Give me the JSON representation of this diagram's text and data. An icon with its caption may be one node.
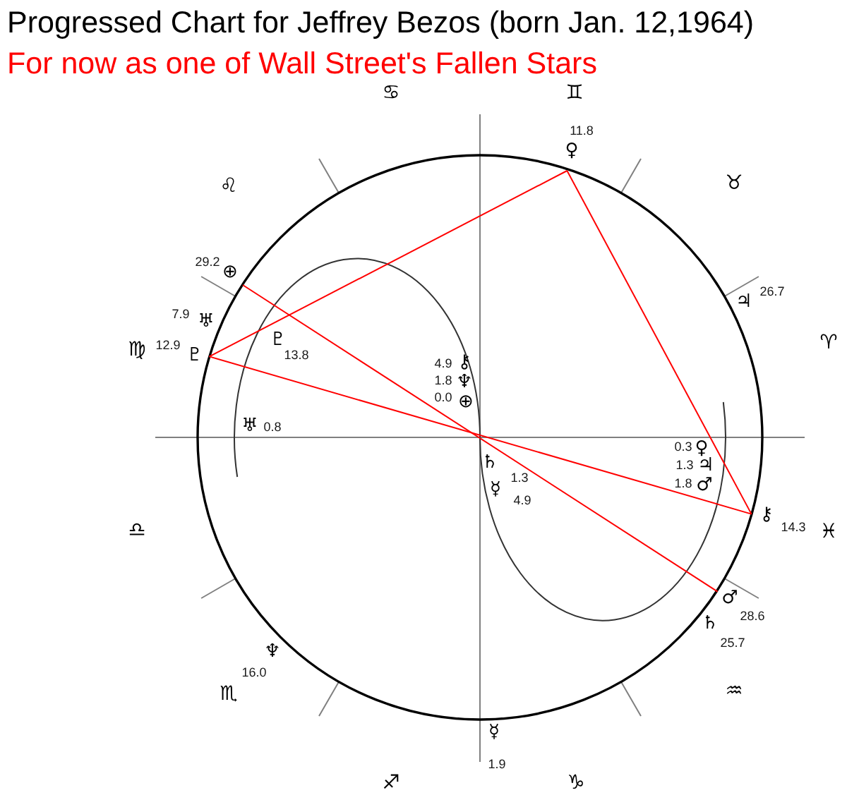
{
  "diagram": {
    "title": "Progressed Chart for Jeffrey Bezos (born Jan. 12,1964)",
    "nodes": [
      {
        "text": [
          "11.8",
          "♀"
        ]
      },
      {
        "text": [
          "29.2",
          "⊕"
        ]
      },
      {
        "text": [
          "12.9",
          "♇"
        ]
      },
      {
        "text": [
          "⚷",
          "14.3"
        ]
      },
      {
        "text": [
          "♂",
          "28.6"
        ]
      }
    ],
    "edges": [
      {
        "from": 2,
        "to": 0,
        "arrow": "none"
      },
      {
        "from": 0,
        "to": 3,
        "arrow": "none"
      },
      {
        "from": 1,
        "to": 4,
        "arrow": "none"
      },
      {
        "from": 2,
        "to": 3,
        "arrow": "none"
      }
    ],
    "labels": [
      "For now as one of Wall Street's Fallen Stars",
      "♋",
      "♊",
      "♉",
      "♌",
      "26.7",
      "♃",
      "7.9",
      "♅",
      "♇",
      "♈",
      "♍",
      "13.8",
      "⚷",
      "4.9",
      "♆",
      "1.8",
      "⊕",
      "0.0",
      "♅",
      "0.8",
      "0.3",
      "♀",
      "♄",
      "♃",
      "1.3",
      "1.3",
      "1.8",
      "♂",
      "☿",
      "4.9",
      "♎",
      "♓",
      "♄",
      "25.7",
      "♆",
      "16.0",
      "♒",
      "♏",
      "☿",
      "1.9",
      "♐",
      "♑"
    ]
  }
}
